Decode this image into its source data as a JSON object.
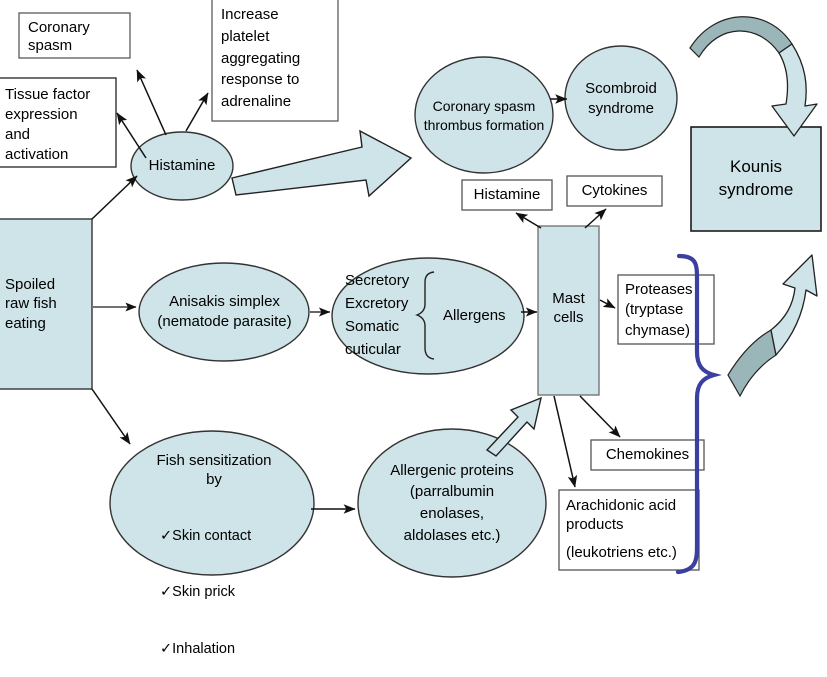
{
  "diagram": {
    "title": "Kounis syndrome pathophysiology flow chart",
    "colors": {
      "node_fill": "#cfe4e8",
      "node_stroke": "#333333",
      "box_white_fill": "#ffffff",
      "arrow_block_fill": "#cfe4e8",
      "arrow_block_shade": "#9bb6b8",
      "brace_blue": "#3b3fa0",
      "text": "#000000"
    },
    "nodes": {
      "coronary_spasm_box": "Coronary\nspasm",
      "increase_platelet_box": "Increase\nplatelet\naggregating\nresponse to\nadrenaline",
      "tissue_factor_box": "Tissue factor\nexpression\nand\nactivation",
      "histamine_ellipse": "Histamine",
      "spoiled_raw_fish_box": "Spoiled\nraw fish\neating",
      "coronary_spasm_thrombus_ellipse": "Coronary spasm\nthrombus formation",
      "scombroid_ellipse": "Scombroid\nsyndrome",
      "kounis_box": "Kounis\nsyndrome",
      "histamine_box": "Histamine",
      "cytokines_box": "Cytokines",
      "mast_cells_box": "Mast\ncells",
      "proteases_box": "Proteases\n(tryptase\nchymase)",
      "chemokines_box": "Chemokines",
      "arachidonic_box_line1": "Arachidonic acid",
      "arachidonic_box_line2": "products",
      "arachidonic_box_line3": "(leukotriens etc.)",
      "anisakis_ellipse": "Anisakis simplex\n(nematode parasite)",
      "allergen_sources_ellipse": "Secretory\nExcretory\nSomatic\ncuticular",
      "allergens_label": "Allergens",
      "fish_sensitization_title": "Fish sensitization\nby",
      "fish_sensitization_items": [
        "Skin contact",
        "Skin prick",
        "Inhalation"
      ],
      "fish_sensitization_bullet": "✓",
      "allergenic_proteins_ellipse": "Allergenic proteins\n(parralbumin\nenolases,\naldolases etc.)"
    },
    "connectors": [
      {
        "name": "histamine-to-coronary-spasm-box",
        "kind": "line-arrow"
      },
      {
        "name": "histamine-to-increase-platelet-box",
        "kind": "line-arrow"
      },
      {
        "name": "histamine-to-tissue-factor-box",
        "kind": "line-arrow"
      },
      {
        "name": "spoiled-fish-to-histamine",
        "kind": "line-arrow"
      },
      {
        "name": "histamine-to-coronary-spasm-thrombus",
        "kind": "block-arrow"
      },
      {
        "name": "coronary-spasm-thrombus-to-scombroid",
        "kind": "line-arrow"
      },
      {
        "name": "scombroid-to-kounis",
        "kind": "curved-block-arrow"
      },
      {
        "name": "spoiled-fish-to-anisakis",
        "kind": "line-arrow"
      },
      {
        "name": "anisakis-to-allergen-sources",
        "kind": "line-arrow"
      },
      {
        "name": "allergen-sources-to-mast-cells",
        "kind": "line-arrow"
      },
      {
        "name": "spoiled-fish-to-fish-sensitization",
        "kind": "line-arrow"
      },
      {
        "name": "fish-sensitization-to-allergenic-proteins",
        "kind": "line-arrow"
      },
      {
        "name": "allergenic-proteins-to-mast-cells",
        "kind": "block-arrow"
      },
      {
        "name": "mast-cells-to-histamine-box",
        "kind": "line-arrow"
      },
      {
        "name": "mast-cells-to-cytokines-box",
        "kind": "line-arrow"
      },
      {
        "name": "mast-cells-to-proteases-box",
        "kind": "line-arrow"
      },
      {
        "name": "mast-cells-to-chemokines-box",
        "kind": "line-arrow"
      },
      {
        "name": "mast-cells-to-arachidonic-box",
        "kind": "line-arrow"
      },
      {
        "name": "mediators-brace",
        "kind": "brace"
      },
      {
        "name": "mediators-to-kounis",
        "kind": "curved-block-arrow"
      }
    ]
  }
}
